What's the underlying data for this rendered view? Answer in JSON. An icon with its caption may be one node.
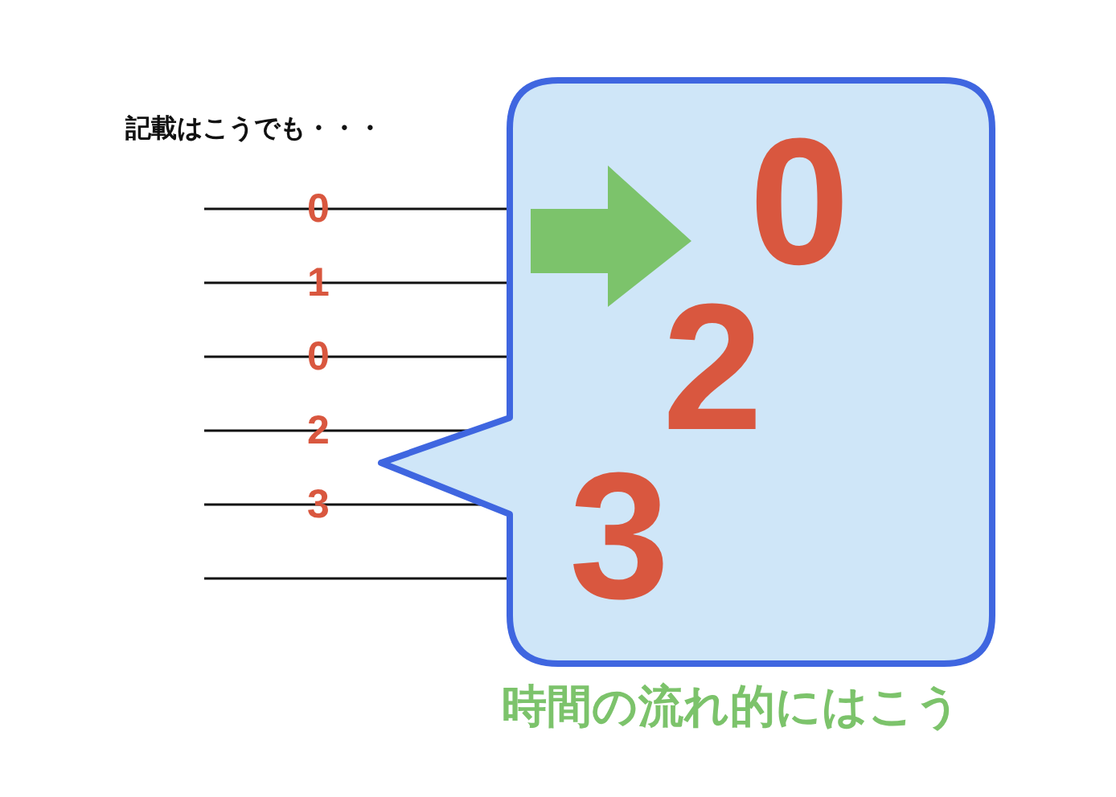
{
  "diagram": {
    "nodes": [
      {
        "text": [
          "0",
          "2",
          "3"
        ],
        "beside": [
          "時間の流れ的にはこう"
        ]
      }
    ],
    "edges": [],
    "labels": [
      "記載はこうでも・・・",
      "0",
      "1",
      "0",
      "2",
      "3"
    ]
  }
}
